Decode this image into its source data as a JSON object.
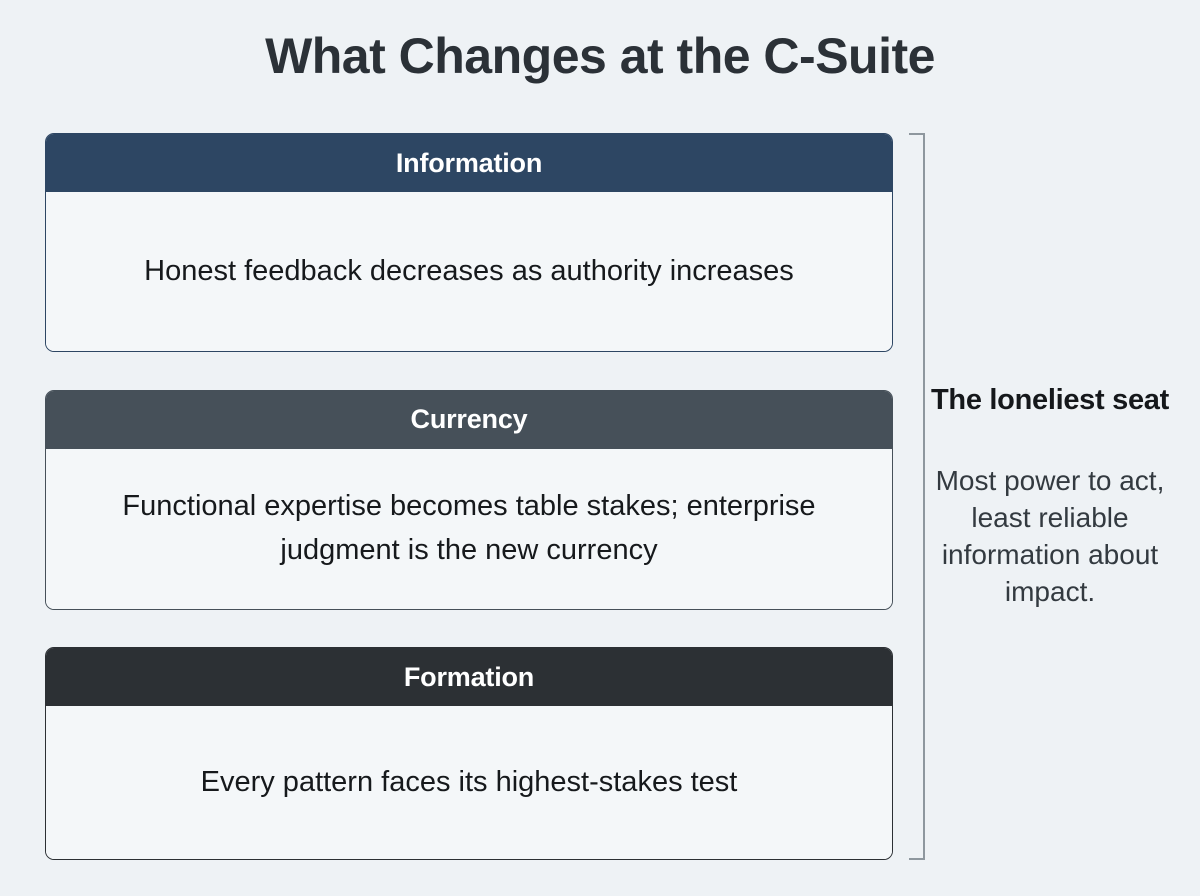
{
  "page": {
    "title": "What Changes at the C-Suite",
    "background_color": "#eef2f5"
  },
  "cards": [
    {
      "header": "Information",
      "body": "Honest feedback decreases as authority increases",
      "accent_color": "#2d4663"
    },
    {
      "header": "Currency",
      "body": "Functional expertise becomes table stakes; enterprise judgment is the new currency",
      "accent_color": "#465059"
    },
    {
      "header": "Formation",
      "body": "Every pattern faces its highest-stakes test",
      "accent_color": "#2c3034"
    }
  ],
  "note": {
    "title": "The loneliest seat",
    "body": "Most power to act, least reliable information about impact.",
    "divider_color": "#8e979e"
  }
}
